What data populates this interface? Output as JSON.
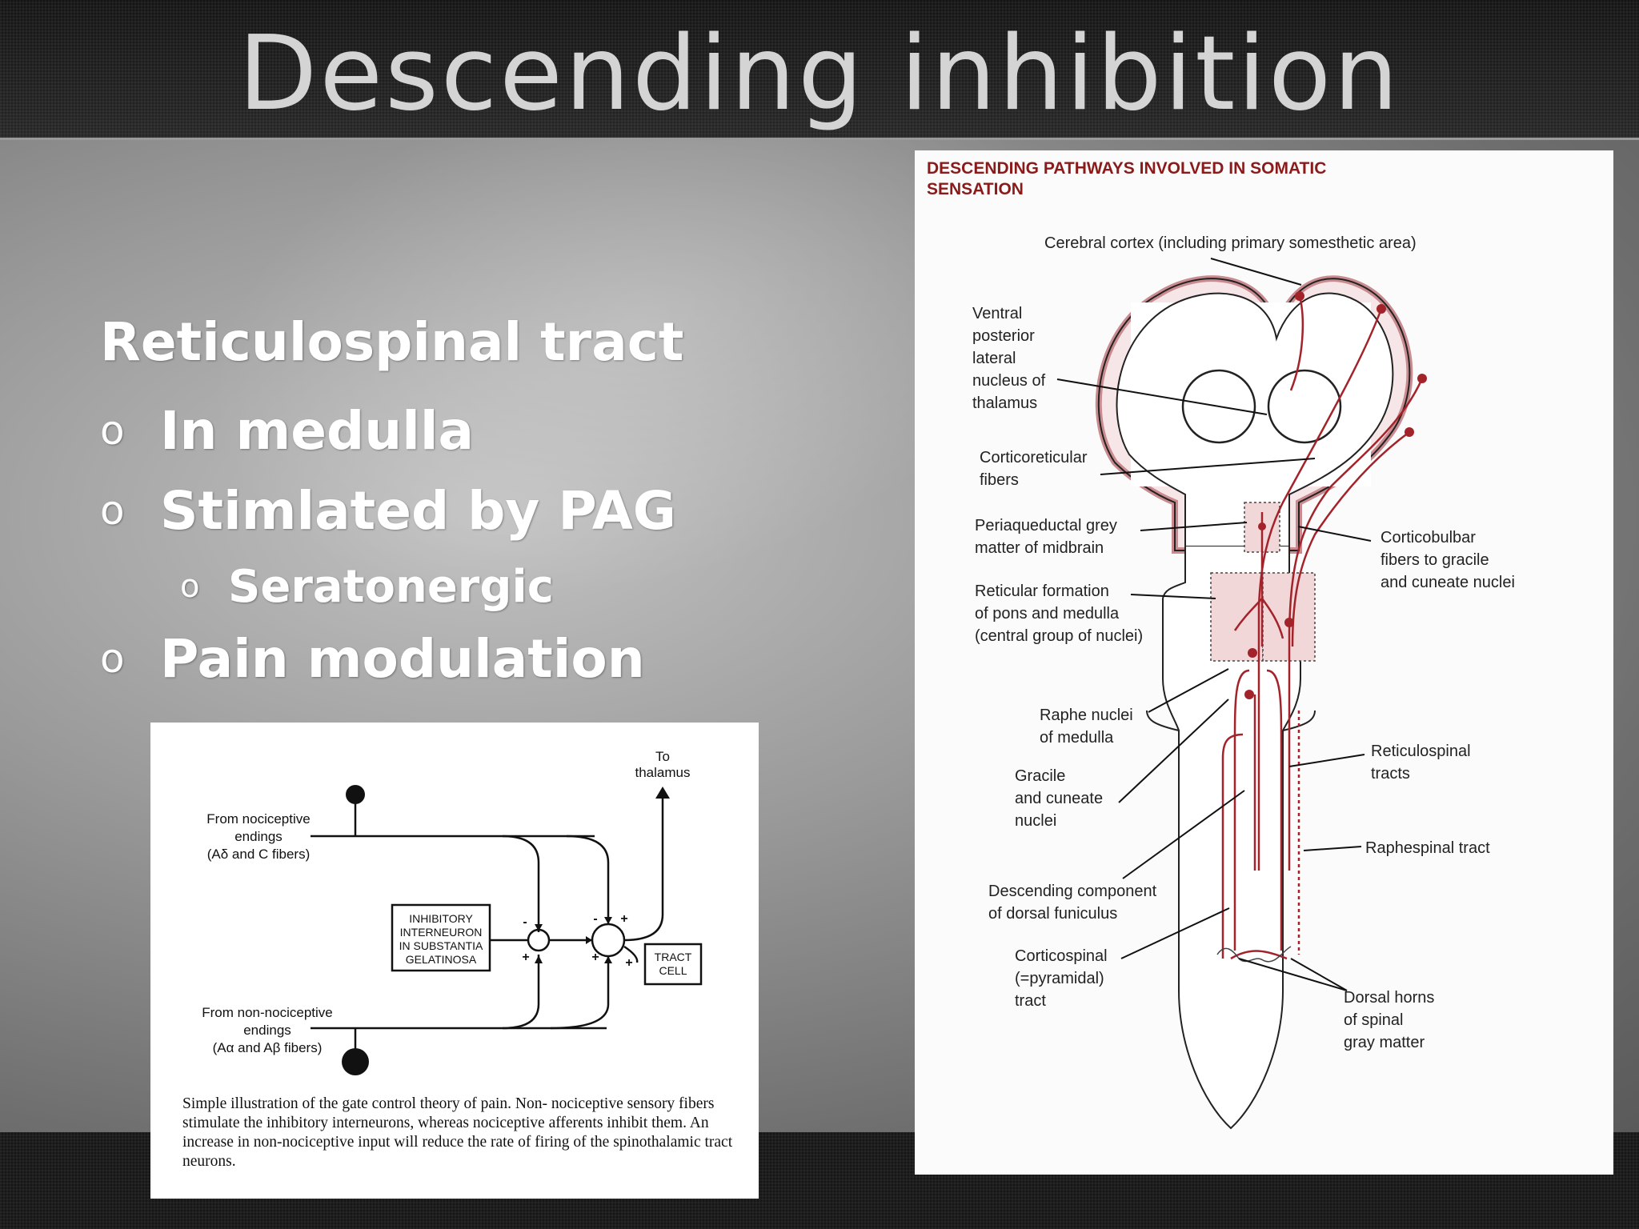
{
  "slide": {
    "title": "Descending inhibition",
    "bullets": [
      {
        "marker": "",
        "text": "Reticulospinal tract"
      },
      {
        "marker": "o",
        "text": "In medulla"
      },
      {
        "marker": "o",
        "text": "Stimlated by PAG"
      },
      {
        "marker": "o",
        "text": "Seratonergic"
      },
      {
        "marker": "o",
        "text": "Pain modulation"
      }
    ]
  },
  "gate_diagram": {
    "to_thalamus": [
      "To",
      "thalamus"
    ],
    "nociceptive_label": [
      "From nociceptive",
      "endings",
      "(Aδ and C fibers)"
    ],
    "non_nociceptive_label": [
      "From non-nociceptive",
      "endings",
      "(Aα and Aβ fibers)"
    ],
    "interneuron_label": [
      "INHIBITORY",
      "INTERNEURON",
      "IN SUBSTANTIA",
      "GELATINOSA"
    ],
    "tract_cell_label": [
      "TRACT",
      "CELL"
    ],
    "signs": {
      "minus": "-",
      "plus": "+"
    },
    "caption": "Simple illustration of the gate control theory of pain.  Non- nociceptive sensory fibers stimulate the inhibitory interneurons,    whereas nociceptive afferents inhibit them. An increase in non-nociceptive input will reduce the rate of firing of the spinothalamic tract neurons."
  },
  "pathways_diagram": {
    "heading": "DESCENDING PATHWAYS INVOLVED IN SOMATIC SENSATION",
    "labels": {
      "cortex": "Cerebral cortex (including primary somesthetic area)",
      "thalamus": [
        "Ventral",
        "posterior",
        "lateral",
        "nucleus of",
        "thalamus"
      ],
      "corticoreticular": [
        "Corticoreticular",
        "fibers"
      ],
      "pag": [
        "Periaqueductal grey",
        "matter of midbrain"
      ],
      "reticular": [
        "Reticular formation",
        "of pons and medulla",
        "(central group of nuclei)"
      ],
      "raphe": [
        "Raphe nuclei",
        "of medulla"
      ],
      "gracile": [
        "Gracile",
        "and cuneate",
        "nuclei"
      ],
      "dorsal_funiculus": [
        "Descending component",
        "of dorsal funiculus"
      ],
      "corticospinal": [
        "Corticospinal",
        "(=pyramidal)",
        "tract"
      ],
      "corticobulbar": [
        "Corticobulbar",
        "fibers to gracile",
        "and cuneate nuclei"
      ],
      "reticulospinal": [
        "Reticulospinal",
        "tracts"
      ],
      "raphespinal": "Raphespinal tract",
      "dorsal_horns": [
        "Dorsal horns",
        "of spinal",
        "gray matter"
      ]
    },
    "colors": {
      "pathway": "#a3232a",
      "heading": "#8b1a1a",
      "tint": "#f2d7d9"
    }
  }
}
